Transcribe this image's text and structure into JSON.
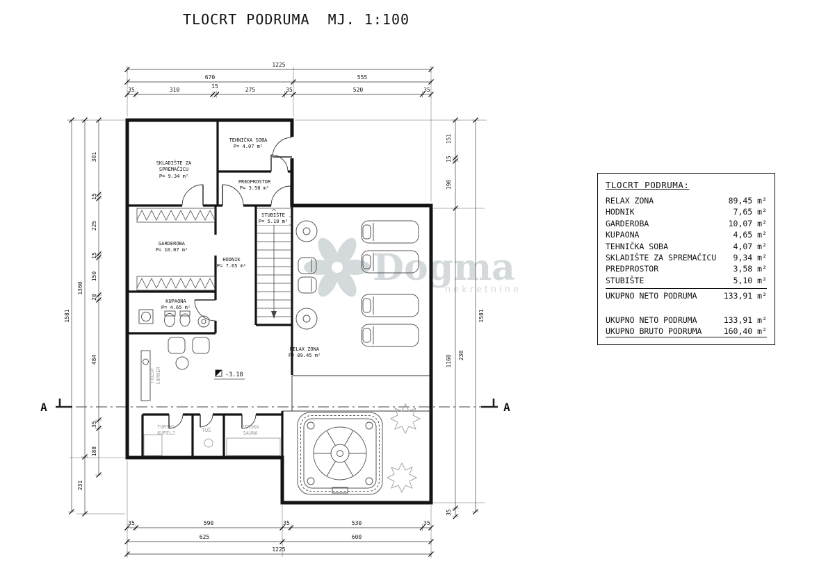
{
  "title": "TLOCRT PODRUMA  MJ. 1:100",
  "watermark": {
    "brand": "Dogma",
    "tagline": "nekretnine"
  },
  "section": {
    "label_left": "A",
    "label_right": "A"
  },
  "elevation": "-3.18",
  "rooms": {
    "skladiste": {
      "line1": "SKLADIŠTE ZA",
      "line2": "SPREMAČICU",
      "area": "P= 9.34 m²"
    },
    "tehnicka": {
      "line1": "TEHNIČKA SOBA",
      "area": "P= 4.07 m²"
    },
    "predprostor": {
      "line1": "PREDPROSTOR",
      "area": "P= 3.58 m²"
    },
    "stubiste": {
      "line1": "STUBIŠTE",
      "area": "P= 5.10 m²"
    },
    "garderoba": {
      "line1": "GARDEROBA",
      "area": "P= 10.07 m²"
    },
    "hodnik": {
      "line1": "HODNIK",
      "area": "P= 7.65 m²"
    },
    "kupaona": {
      "line1": "KUPAONA",
      "area": "P= 4.65 m²"
    },
    "relax": {
      "line1": "RELAX ZONA",
      "area": "P= 89.45 m²"
    },
    "turska": {
      "line1": "TURSKA",
      "line2": "KUPELJ"
    },
    "tus": {
      "line1": "TUŠ"
    },
    "finska": {
      "line1": "FINSKA",
      "line2": "SAUNA"
    },
    "fresh": {
      "line1": "FRESH",
      "line2": "CORNER"
    }
  },
  "dims": {
    "top1": "1225",
    "top2": [
      "670",
      "555"
    ],
    "top3": [
      "35",
      "310",
      "15",
      "275",
      "35",
      "520",
      "35"
    ],
    "bottom1": [
      "35",
      "590",
      "35",
      "530",
      "35"
    ],
    "bottom2": [
      "625",
      "600"
    ],
    "bottom3": "1225",
    "left_outer": "1581",
    "left_mid": [
      "1360",
      "231"
    ],
    "left_inner": [
      "301",
      "15",
      "225",
      "15",
      "150",
      "20",
      "484",
      "35",
      "188"
    ],
    "right_inner": [
      "151",
      "15",
      "190",
      "1160",
      "230",
      "35"
    ],
    "right_outer": "1581"
  },
  "legend": {
    "title": "TLOCRT PODRUMA:",
    "rows": [
      {
        "label": "RELAX ZONA",
        "value": "89,45 m²"
      },
      {
        "label": "HODNIK",
        "value": "7,65 m²"
      },
      {
        "label": "GARDEROBA",
        "value": "10,07 m²"
      },
      {
        "label": "KUPAONA",
        "value": "4,65 m²"
      },
      {
        "label": "TEHNIČKA SOBA",
        "value": "4,07 m²"
      },
      {
        "label": "SKLADIŠTE ZA SPREMAČICU",
        "value": "9,34 m²"
      },
      {
        "label": "PREDPROSTOR",
        "value": "3,58 m²"
      },
      {
        "label": "STUBIŠTE",
        "value": "5,10 m²"
      }
    ],
    "subtotal": {
      "label": "UKUPNO NETO PODRUMA",
      "value": "133,91 m²"
    },
    "totals": [
      {
        "label": "UKUPNO NETO PODRUMA",
        "value": "133,91 m²"
      },
      {
        "label": "UKUPNO BRUTO PODRUMA",
        "value": "160,40 m²"
      }
    ]
  }
}
